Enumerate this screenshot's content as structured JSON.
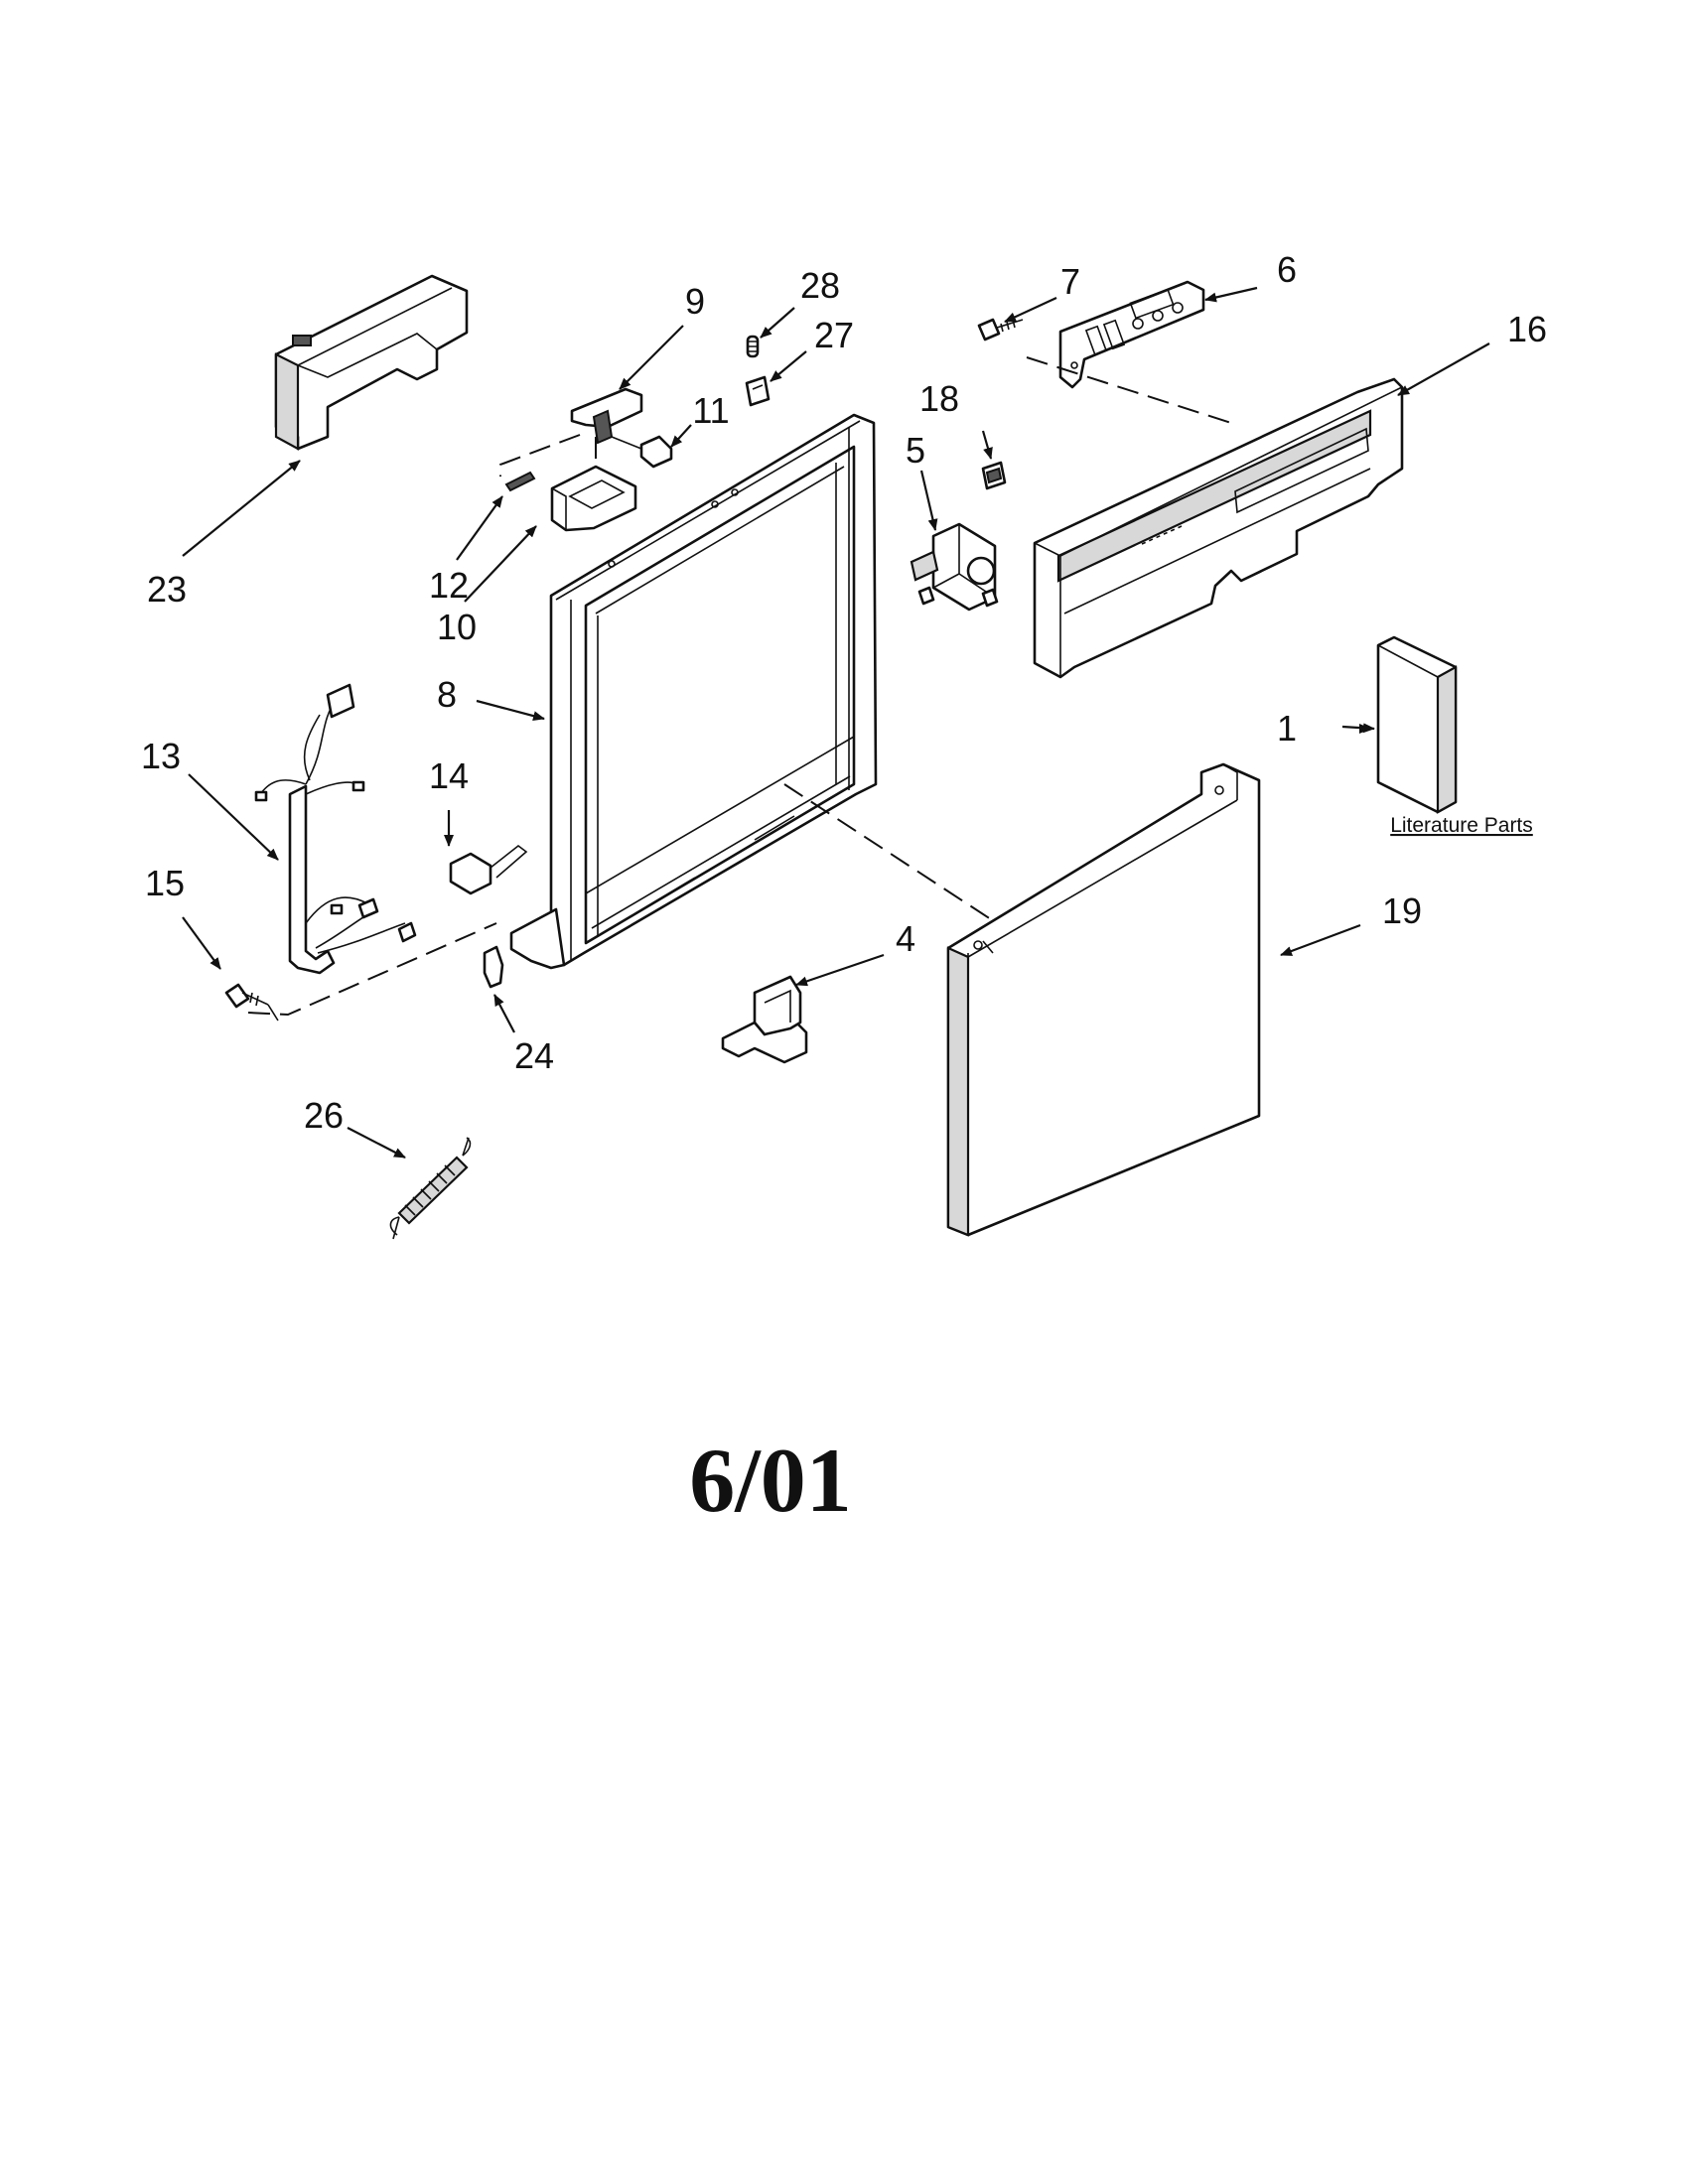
{
  "callouts": {
    "c1": "1",
    "c4": "4",
    "c5": "5",
    "c6": "6",
    "c7": "7",
    "c8": "8",
    "c9": "9",
    "c10": "10",
    "c11": "11",
    "c12": "12",
    "c13": "13",
    "c14": "14",
    "c15": "15",
    "c16": "16",
    "c18": "18",
    "c19": "19",
    "c23": "23",
    "c24": "24",
    "c26": "26",
    "c27": "27",
    "c28": "28"
  },
  "literature_label": "Literature Parts",
  "date_label": "6/01"
}
